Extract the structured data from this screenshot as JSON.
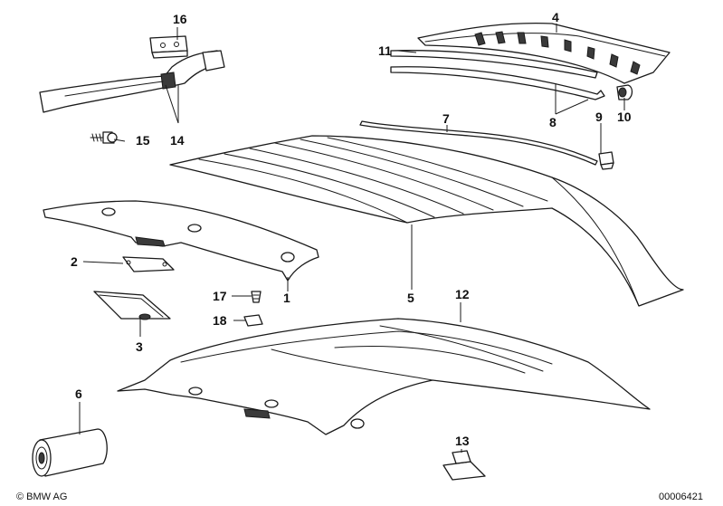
{
  "callouts": {
    "c1": "1",
    "c2": "2",
    "c3": "3",
    "c4": "4",
    "c5": "5",
    "c6": "6",
    "c7": "7",
    "c8": "8",
    "c9": "9",
    "c10": "10",
    "c11": "11",
    "c12": "12",
    "c13": "13",
    "c14": "14",
    "c15": "15",
    "c16": "16",
    "c17": "17",
    "c18": "18"
  },
  "footer": {
    "copyright": "© BMW AG",
    "diagram_number": "00006421"
  },
  "colors": {
    "ink": "#1a1a1a",
    "paper": "#ffffff"
  }
}
